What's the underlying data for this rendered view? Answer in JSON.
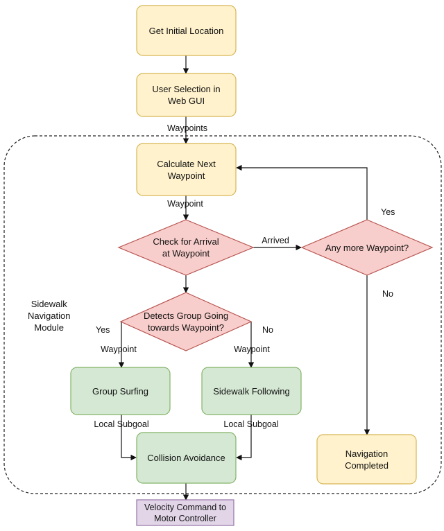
{
  "nodes": {
    "get_initial_location": "Get Initial Location",
    "user_selection": "User Selection in\nWeb GUI",
    "calculate_next_waypoint": "Calculate Next\nWaypoint",
    "check_arrival": "Check for Arrival\nat Waypoint",
    "any_more_waypoint": "Any more Waypoint?",
    "detects_group": "Detects Group Going\ntowards Waypoint?",
    "group_surfing": "Group Surfing",
    "sidewalk_following": "Sidewalk Following",
    "collision_avoidance": "Collision Avoidance",
    "navigation_completed": "Navigation\nCompleted",
    "velocity_command": "Velocity Command to\nMotor Controller"
  },
  "module_label": "Sidewalk\nNavigation\nModule",
  "edge_labels": {
    "waypoints": "Waypoints",
    "waypoint_after_calc": "Waypoint",
    "arrived": "Arrived",
    "yes_more": "Yes",
    "no_more": "No",
    "yes_group": "Yes",
    "no_group": "No",
    "waypoint_left": "Waypoint",
    "waypoint_right": "Waypoint",
    "local_subgoal_left": "Local Subgoal",
    "local_subgoal_right": "Local Subgoal"
  },
  "colors": {
    "yellow_fill": "#fff2cc",
    "yellow_stroke": "#d6b656",
    "red_fill": "#f8cecc",
    "red_stroke": "#b85450",
    "green_fill": "#d5e8d4",
    "green_stroke": "#82b366",
    "purple_fill": "#e1d5e7",
    "purple_stroke": "#9673a6"
  }
}
